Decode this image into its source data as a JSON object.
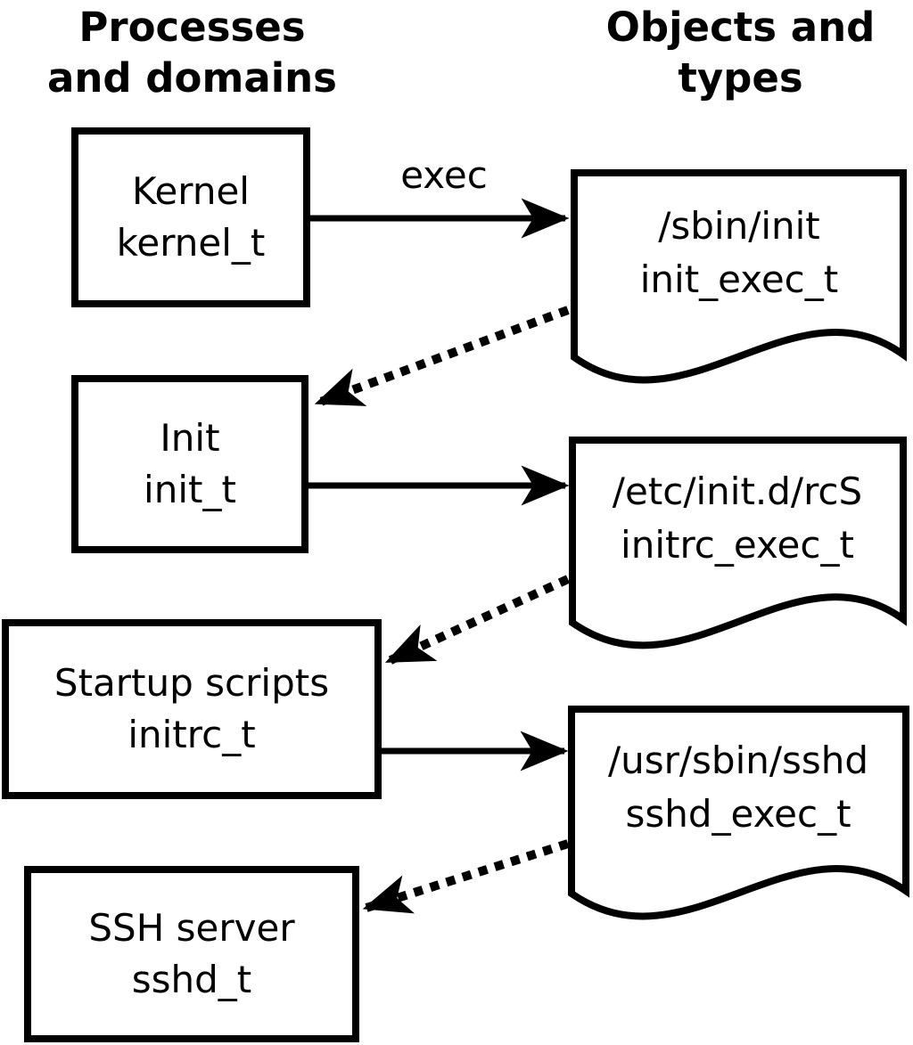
{
  "headers": {
    "left": {
      "line1": "Processes",
      "line2": "and domains"
    },
    "right": {
      "line1": "Objects and",
      "line2": "types"
    }
  },
  "process_boxes": [
    {
      "name": "Kernel",
      "domain": "kernel_t"
    },
    {
      "name": "Init",
      "domain": "init_t"
    },
    {
      "name": "Startup scripts",
      "domain": "initrc_t"
    },
    {
      "name": "SSH server",
      "domain": "sshd_t"
    }
  ],
  "object_documents": [
    {
      "path": "/sbin/init",
      "type": "init_exec_t"
    },
    {
      "path": "/etc/init.d/rcS",
      "type": "initrc_exec_t"
    },
    {
      "path": "/usr/sbin/sshd",
      "type": "sshd_exec_t"
    }
  ],
  "labels": {
    "exec": "exec"
  },
  "colors": {
    "foreground": "#000000",
    "background": "#ffffff"
  }
}
